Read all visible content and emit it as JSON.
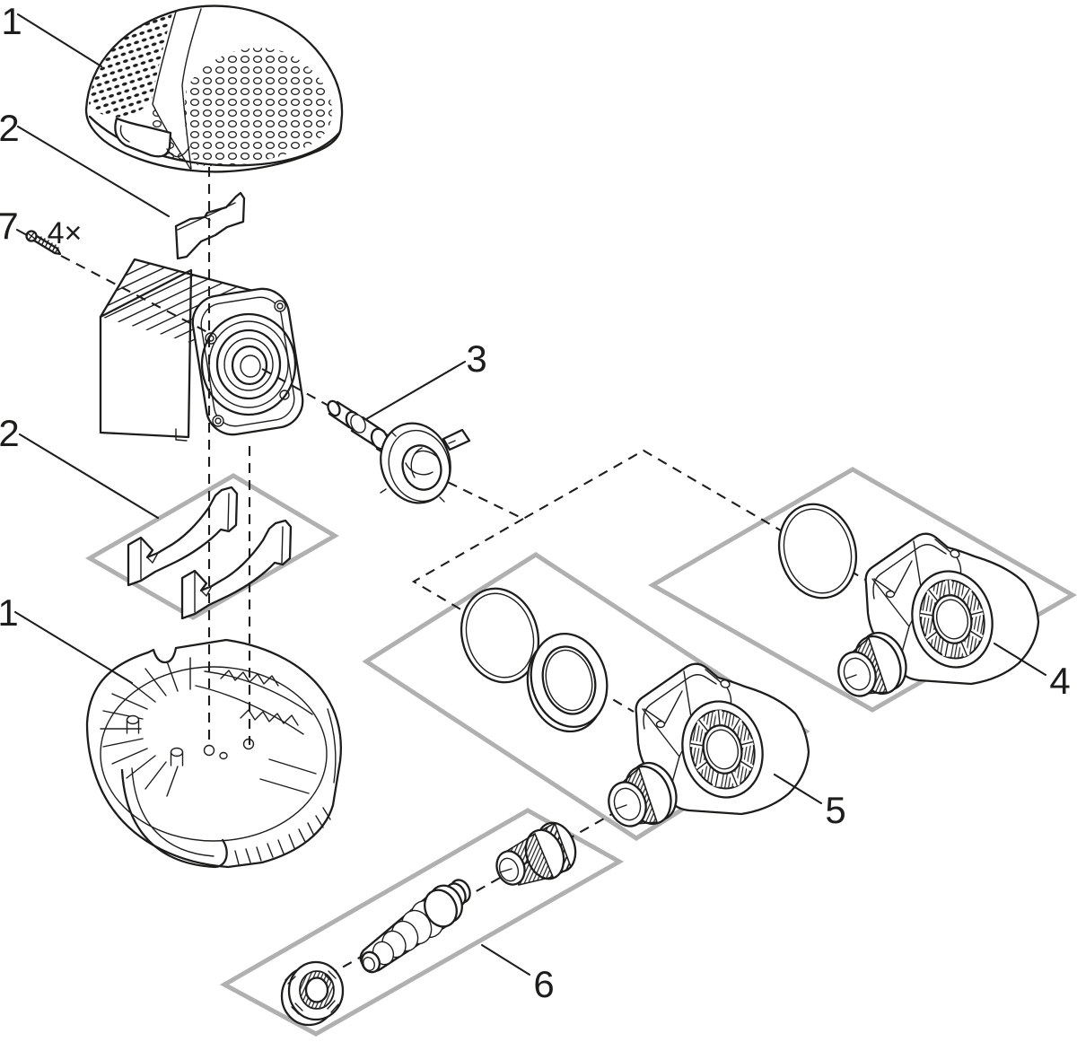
{
  "diagram": {
    "type": "exploded-parts-diagram",
    "colors": {
      "line": "#1d1d1b",
      "box-line": "#b0b0b0",
      "background": "#ffffff"
    },
    "callouts": [
      {
        "ref": "strainer-cover-top",
        "text": "1"
      },
      {
        "ref": "clamp-top",
        "text": "2"
      },
      {
        "ref": "screw",
        "text": "7"
      },
      {
        "ref": "screw-quantity",
        "text": "4×"
      },
      {
        "ref": "impeller-rotor",
        "text": "3"
      },
      {
        "ref": "clamp-pair",
        "text": "2"
      },
      {
        "ref": "strainer-shell-bottom",
        "text": "1"
      },
      {
        "ref": "pump-housing-right",
        "text": "4"
      },
      {
        "ref": "pump-housing-middle",
        "text": "5"
      },
      {
        "ref": "hose-connector-set",
        "text": "6"
      }
    ]
  }
}
